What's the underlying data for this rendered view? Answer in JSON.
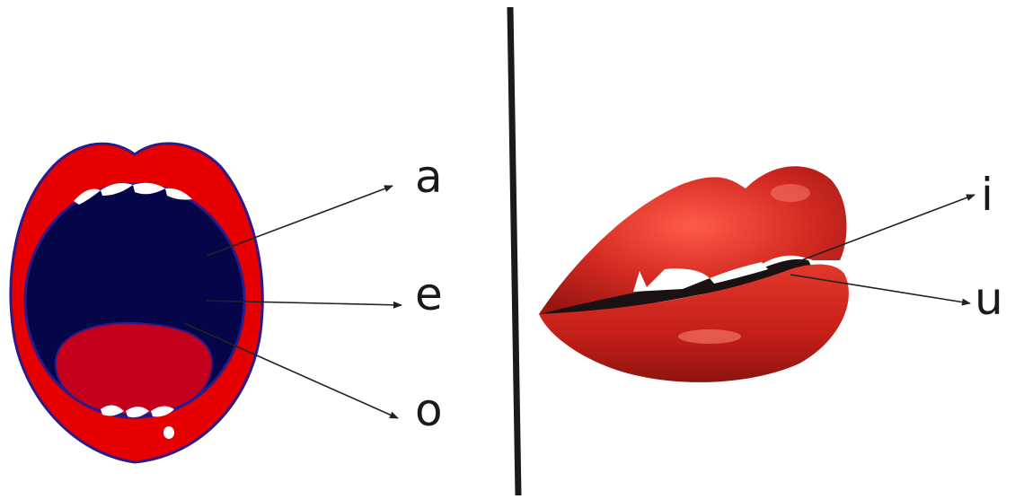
{
  "labels": {
    "open_mouth": [
      "a",
      "e",
      "o"
    ],
    "closed_lips": [
      "i",
      "u"
    ]
  },
  "colors": {
    "lip_red": "#e60000",
    "lip_outline": "#2a1a8a",
    "mouth_interior": "#05064a",
    "tongue": "#c4001c",
    "teeth": "#ffffff",
    "lips_realistic": "#c8221f",
    "divider": "#1a1a1a",
    "arrow": "#222222"
  },
  "icons": [
    "open-mouth-icon",
    "closed-lips-icon"
  ]
}
